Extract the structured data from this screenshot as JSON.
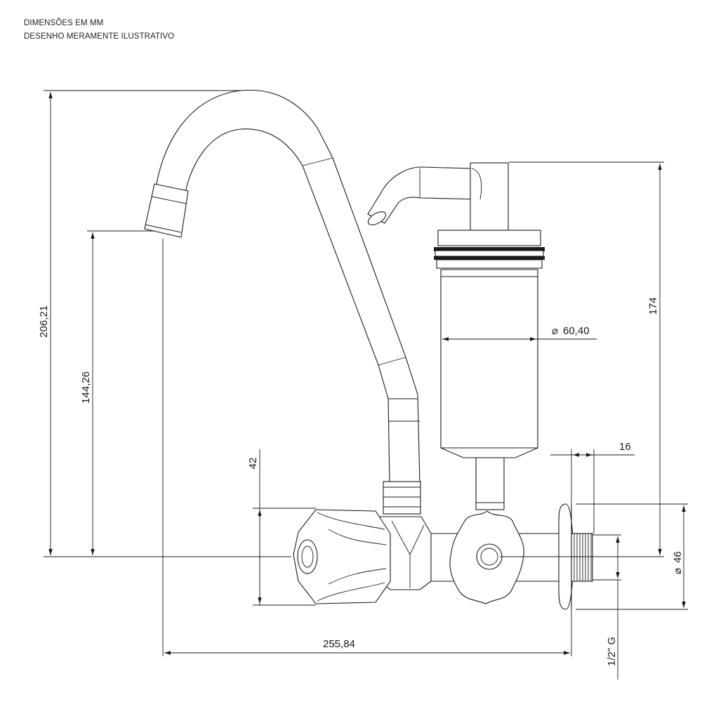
{
  "header": {
    "line1": "DIMENSÕES EM MM",
    "line2": "DESENHO MERAMENTE ILUSTRATIVO"
  },
  "dimensions": {
    "total_height": "206,21",
    "spout_height": "144,26",
    "handle_height": "42",
    "filter_height": "174",
    "filter_diameter": "60,40",
    "base_diameter": "46",
    "thread_length": "16",
    "total_width": "255,84",
    "thread_spec": "1/2\" G"
  }
}
